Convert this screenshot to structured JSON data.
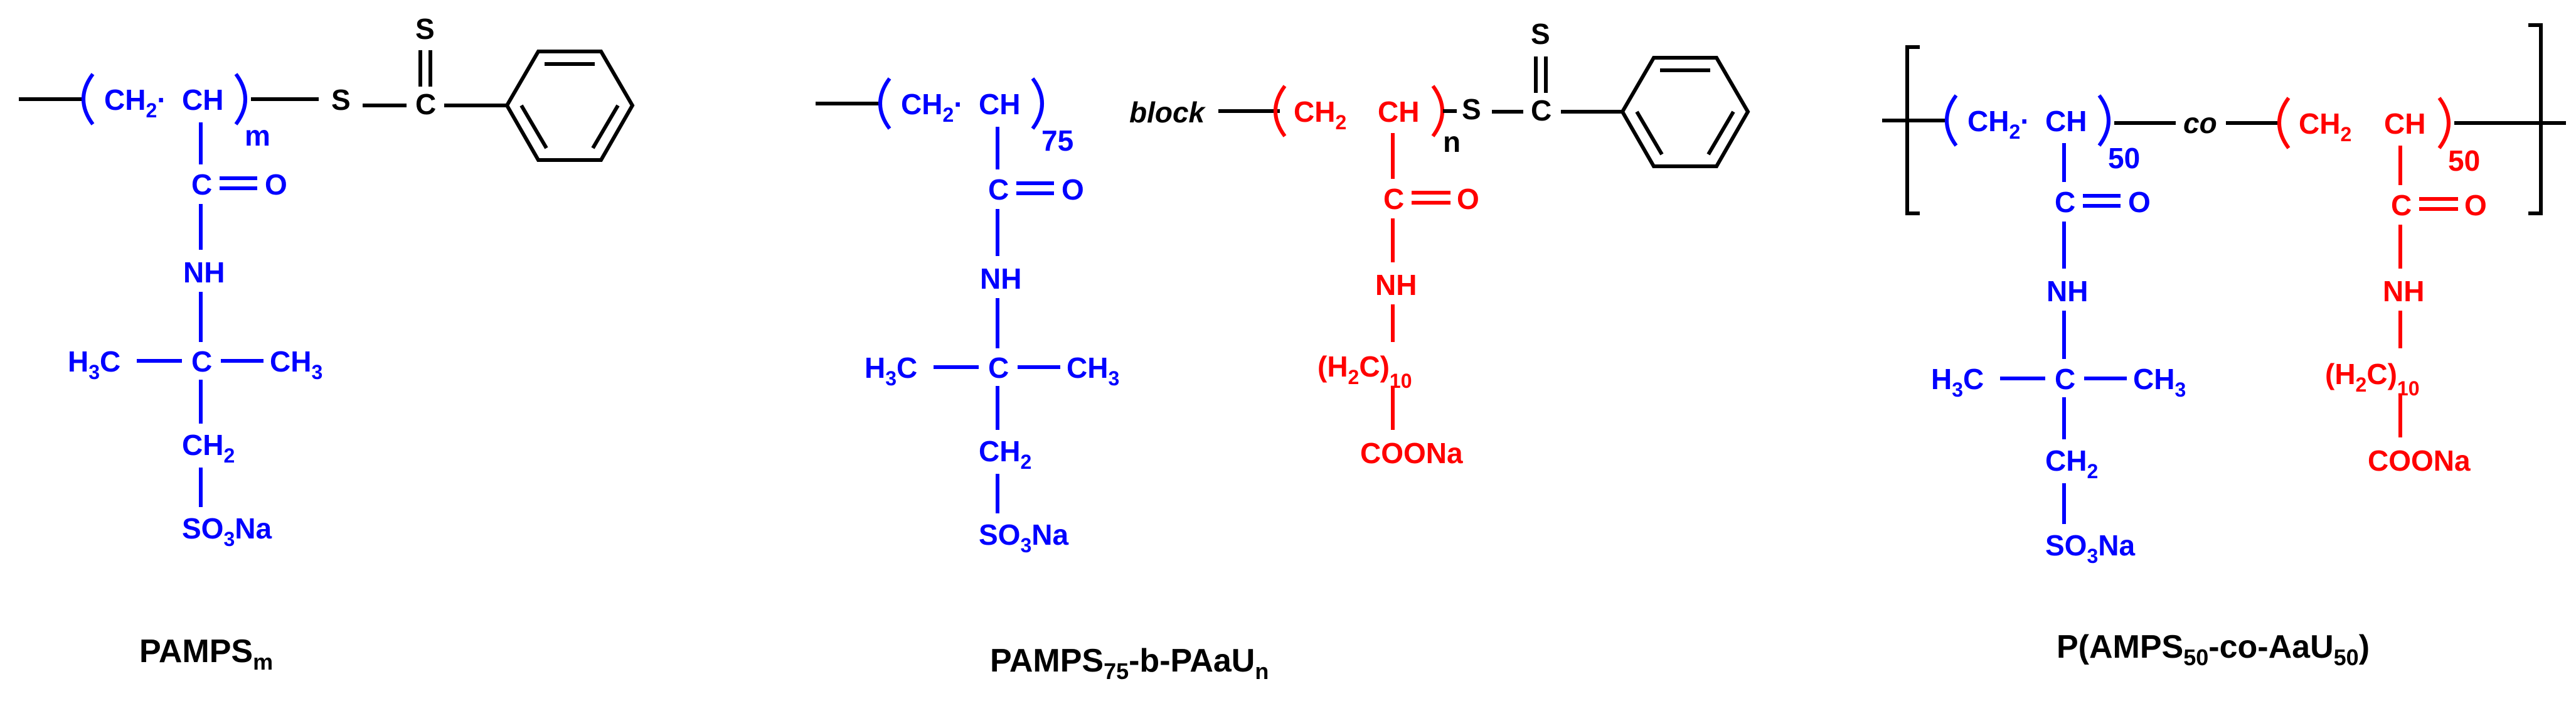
{
  "colors": {
    "amps": "#0000ff",
    "aau": "#ff0000",
    "backbone": "#000000"
  },
  "structure1": {
    "ch2": "CH",
    "ch2_sub": "2",
    "dot": "·",
    "ch": "CH",
    "repeat": "m",
    "s_link": "S",
    "c_thio": "C",
    "s_top": "S",
    "c_amide": "C",
    "o_amide": "O",
    "nh": "NH",
    "h3c": "H",
    "h3c_sub": "3",
    "h3c_c": "C",
    "c_quat": "C",
    "ch3": "CH",
    "ch3_sub": "3",
    "ch2b": "CH",
    "ch2b_sub": "2",
    "so3na_a": "SO",
    "so3na_sub": "3",
    "so3na_b": "Na",
    "caption_main": "PAMPS",
    "caption_sub": "m"
  },
  "structure2": {
    "ch2": "CH",
    "ch2_sub": "2",
    "dot": "·",
    "ch": "CH",
    "repeat_a": "75",
    "block": "block",
    "r_ch2": "CH",
    "r_ch2_sub": "2",
    "r_ch": "CH",
    "repeat_b": "n",
    "s_link": "S",
    "c_thio": "C",
    "s_top": "S",
    "c_amide": "C",
    "o_amide": "O",
    "nh": "NH",
    "h3c": "H",
    "h3c_sub": "3",
    "h3c_c": "C",
    "c_quat": "C",
    "ch3": "CH",
    "ch3_sub": "3",
    "ch2b": "CH",
    "ch2b_sub": "2",
    "so3na_a": "SO",
    "so3na_sub": "3",
    "so3na_b": "Na",
    "r_c_amide": "C",
    "r_o_amide": "O",
    "r_nh": "NH",
    "h2c_a": "(H",
    "h2c_sub": "2",
    "h2c_b": "C)",
    "h2c_n": "10",
    "coona": "COONa",
    "caption_a": "PAMPS",
    "caption_sub1": "75",
    "caption_b": "-b-PAaU",
    "caption_sub2": "n"
  },
  "structure3": {
    "ch2": "CH",
    "ch2_sub": "2",
    "dot": "·",
    "ch": "CH",
    "repeat_a": "50",
    "co": "co",
    "r_ch2": "CH",
    "r_ch2_sub": "2",
    "r_ch": "CH",
    "repeat_b": "50",
    "c_amide": "C",
    "o_amide": "O",
    "nh": "NH",
    "h3c": "H",
    "h3c_sub": "3",
    "h3c_c": "C",
    "c_quat": "C",
    "ch3": "CH",
    "ch3_sub": "3",
    "ch2b": "CH",
    "ch2b_sub": "2",
    "so3na_a": "SO",
    "so3na_sub": "3",
    "so3na_b": "Na",
    "r_c_amide": "C",
    "r_o_amide": "O",
    "r_nh": "NH",
    "h2c_a": "(H",
    "h2c_sub": "2",
    "h2c_b": "C)",
    "h2c_n": "10",
    "coona": "COONa",
    "caption_a": "P(AMPS",
    "caption_sub1": "50",
    "caption_b": "-co-AaU",
    "caption_sub2": "50",
    "caption_c": ")"
  }
}
